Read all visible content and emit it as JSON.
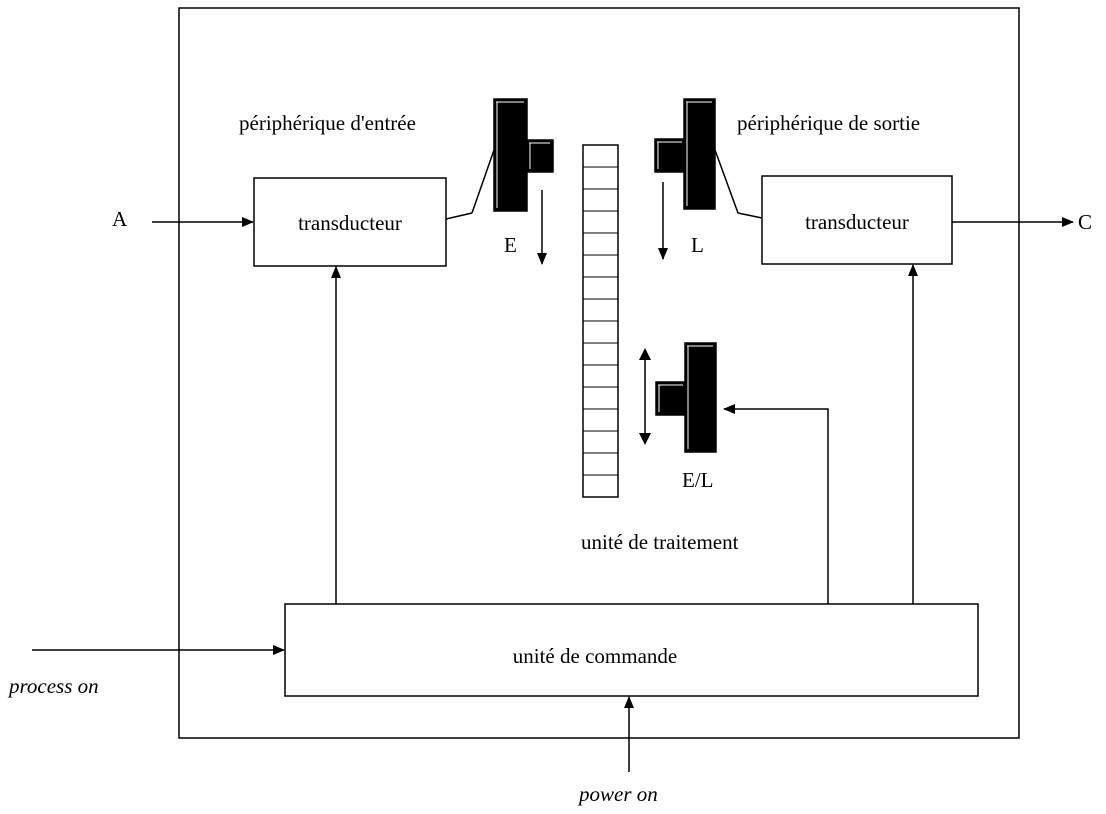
{
  "diagram": {
    "labels": {
      "input_peripheral": "périphérique d'entrée",
      "output_peripheral": "périphérique de sortie",
      "input_transducer": "transducteur",
      "output_transducer": "transducteur",
      "input_signal": "A",
      "output_signal": "C",
      "read_head": "E",
      "write_head": "L",
      "rw_head": "E/L",
      "processing_unit": "unité de traitement",
      "control_unit": "unité de commande",
      "process_on": "process on",
      "power_on": "power on"
    },
    "colors": {
      "stroke": "#000000",
      "head_fill": "#000000",
      "background": "#ffffff"
    }
  }
}
